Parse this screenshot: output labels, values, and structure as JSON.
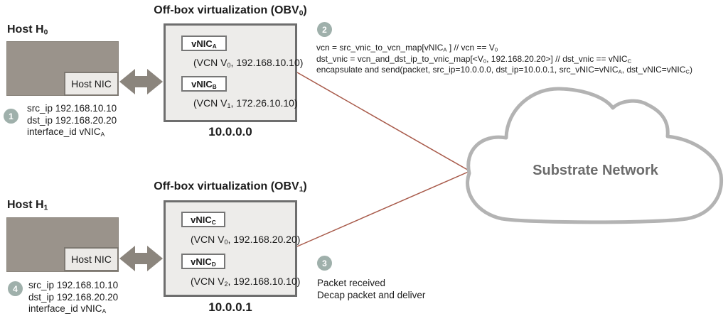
{
  "hosts": [
    {
      "title": [
        {
          "t": "Host H"
        },
        {
          "t": "0",
          "sub": true
        }
      ],
      "nic": "Host NIC"
    },
    {
      "title": [
        {
          "t": "Host H"
        },
        {
          "t": "1",
          "sub": true
        }
      ],
      "nic": "Host NIC"
    }
  ],
  "obvs": [
    {
      "title": [
        {
          "t": "Off-box virtualization (OBV"
        },
        {
          "t": "0",
          "sub": true
        },
        {
          "t": ")"
        }
      ],
      "vnics": [
        {
          "name": [
            {
              "t": "vNIC"
            },
            {
              "t": "A",
              "sub": true
            }
          ],
          "detail": [
            {
              "t": "(VCN V"
            },
            {
              "t": "0",
              "sub": true
            },
            {
              "t": ", 192.168.10.10)"
            }
          ]
        },
        {
          "name": [
            {
              "t": "vNIC"
            },
            {
              "t": "B",
              "sub": true
            }
          ],
          "detail": [
            {
              "t": "(VCN V"
            },
            {
              "t": "1",
              "sub": true
            },
            {
              "t": ", 172.26.10.10)"
            }
          ]
        }
      ],
      "ip": "10.0.0.0"
    },
    {
      "title": [
        {
          "t": "Off-box virtualization (OBV"
        },
        {
          "t": "1",
          "sub": true
        },
        {
          "t": ")"
        }
      ],
      "vnics": [
        {
          "name": [
            {
              "t": "vNIC"
            },
            {
              "t": "C",
              "sub": true
            }
          ],
          "detail": [
            {
              "t": "(VCN V"
            },
            {
              "t": "0",
              "sub": true
            },
            {
              "t": ", 192.168.20.20)"
            }
          ]
        },
        {
          "name": [
            {
              "t": "vNIC"
            },
            {
              "t": "D",
              "sub": true
            }
          ],
          "detail": [
            {
              "t": "(VCN V"
            },
            {
              "t": "2",
              "sub": true
            },
            {
              "t": ", 192.168.10.10)"
            }
          ]
        }
      ],
      "ip": "10.0.0.1"
    }
  ],
  "steps": {
    "s1": {
      "num": "1",
      "lines": [
        [
          {
            "t": "src_ip 192.168.10.10"
          }
        ],
        [
          {
            "t": "dst_ip 192.168.20.20"
          }
        ],
        [
          {
            "t": "interface_id vNIC"
          },
          {
            "t": "A",
            "sub": true
          }
        ]
      ]
    },
    "s2": {
      "num": "2",
      "lines": [
        [
          {
            "t": "vcn = src_vnic_to_vcn_map[vNIC"
          },
          {
            "t": "A",
            "sub": true
          },
          {
            "t": " ] // vcn == V"
          },
          {
            "t": "0",
            "sub": true
          }
        ],
        [
          {
            "t": "dst_vnic = vcn_and_dst_ip_to_vnic_map[<V"
          },
          {
            "t": "0",
            "sub": true
          },
          {
            "t": ", 192.168.20.20>] // dst_vnic == vNIC"
          },
          {
            "t": "C",
            "sub": true
          }
        ],
        [
          {
            "t": "encapsulate and send(packet, src_ip=10.0.0.0, dst_ip=10.0.0.1, src_vNIC=vNIC"
          },
          {
            "t": "A",
            "sub": true
          },
          {
            "t": ", dst_vNIC=vNIC"
          },
          {
            "t": "C",
            "sub": true
          },
          {
            "t": ")"
          }
        ]
      ]
    },
    "s3": {
      "num": "3",
      "lines": [
        [
          {
            "t": "Packet received"
          }
        ],
        [
          {
            "t": "Decap packet and deliver"
          }
        ]
      ]
    },
    "s4": {
      "num": "4",
      "lines": [
        [
          {
            "t": "src_ip 192.168.10.10"
          }
        ],
        [
          {
            "t": "dst_ip 192.168.20.20"
          }
        ],
        [
          {
            "t": "interface_id vNIC"
          },
          {
            "t": "A",
            "sub": true
          }
        ]
      ]
    }
  },
  "cloud": {
    "label": "Substrate Network"
  },
  "colors": {
    "host_fill": "#9a938b",
    "obv_border": "#6e6e6e",
    "step_badge": "#9fb0ab",
    "link_line": "#a85a4a",
    "arrow": "#8b857d",
    "cloud_stroke": "#b3b3b3",
    "cloud_text": "#6c6c6c"
  }
}
